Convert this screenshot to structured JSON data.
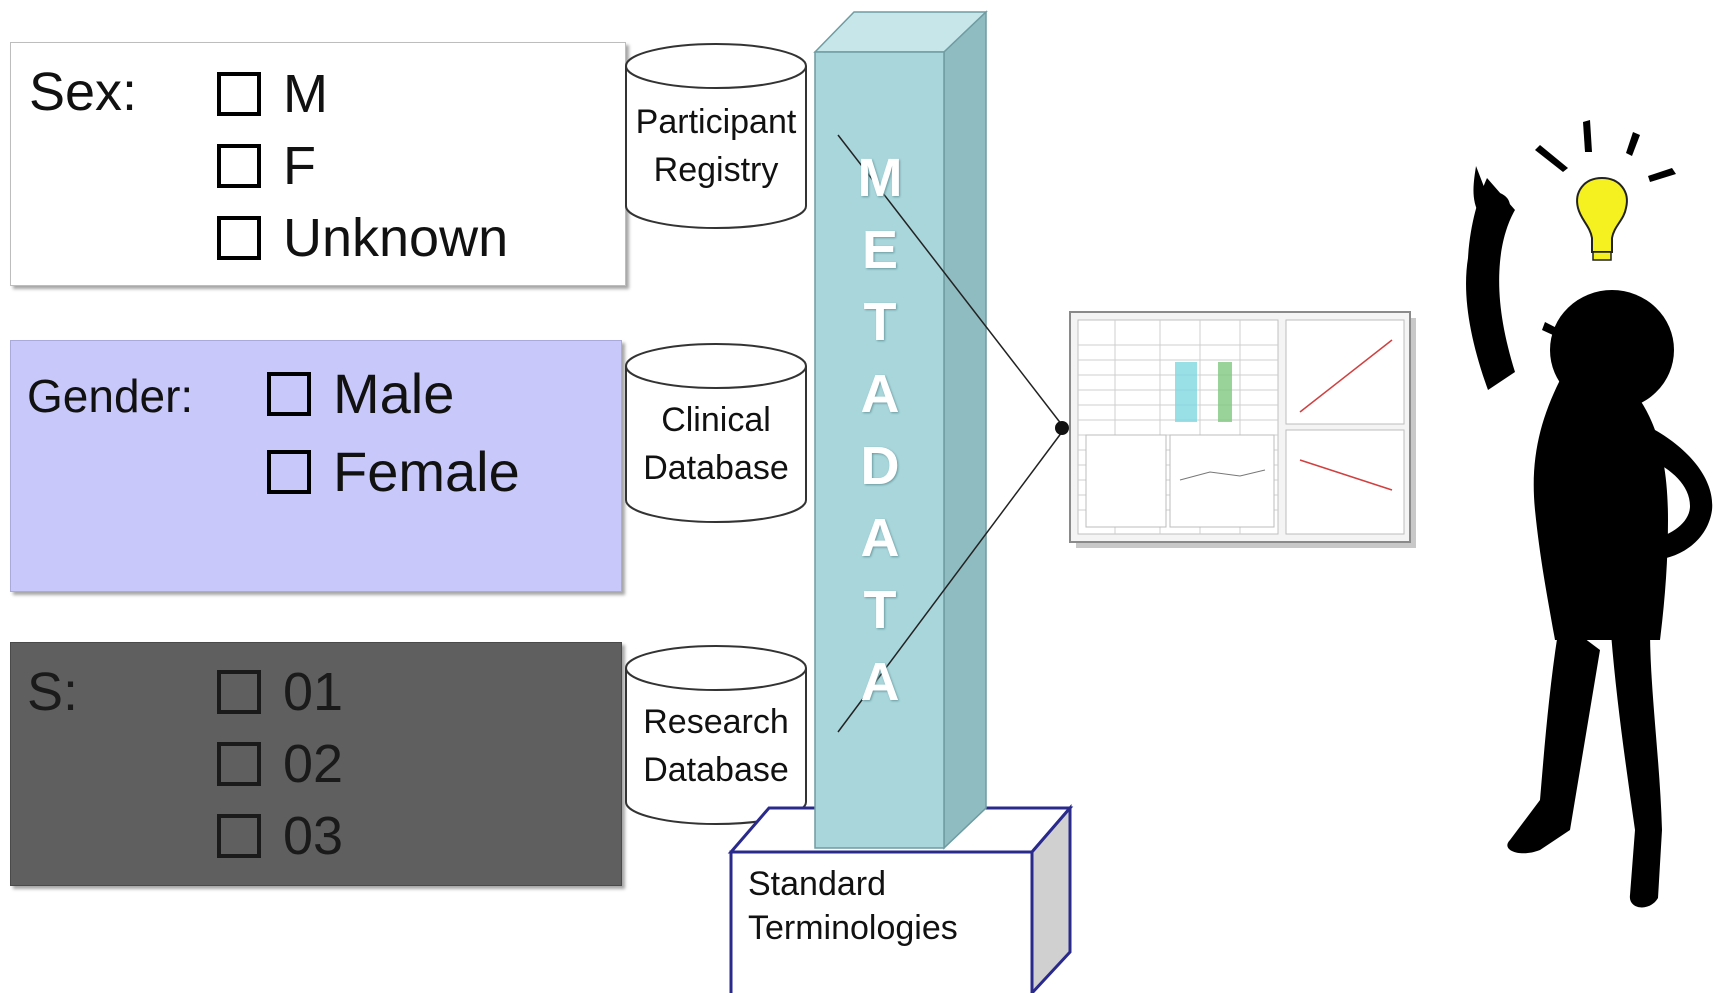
{
  "forms": [
    {
      "label": "Sex:",
      "options": [
        "M",
        "F",
        "Unknown"
      ],
      "background": "#ffffff",
      "text_color": "#111111"
    },
    {
      "label": "Gender:",
      "options": [
        "Male",
        "Female"
      ],
      "background": "#c8c8fa",
      "text_color": "#111111"
    },
    {
      "label": "S:",
      "options": [
        "01",
        "02",
        "03"
      ],
      "background": "#5f5f5f",
      "text_color": "#1a1a1a"
    }
  ],
  "databases": [
    {
      "line1": "Participant",
      "line2": "Registry"
    },
    {
      "line1": "Clinical",
      "line2": "Database"
    },
    {
      "line1": "Research",
      "line2": "Database"
    }
  ],
  "metadata": {
    "letters": [
      "M",
      "E",
      "T",
      "A",
      "D",
      "A",
      "T",
      "A"
    ],
    "color": "#a8d6db"
  },
  "terminologies": {
    "line1": "Standard",
    "line2": "Terminologies",
    "border_color": "#2a2a8c"
  },
  "report": {
    "icon": "spreadsheet-report-thumbnail"
  },
  "person": {
    "icon": "thinking-person-silhouette-icon",
    "bulb_icon": "lightbulb-icon",
    "bulb_color": "#f5f020"
  }
}
